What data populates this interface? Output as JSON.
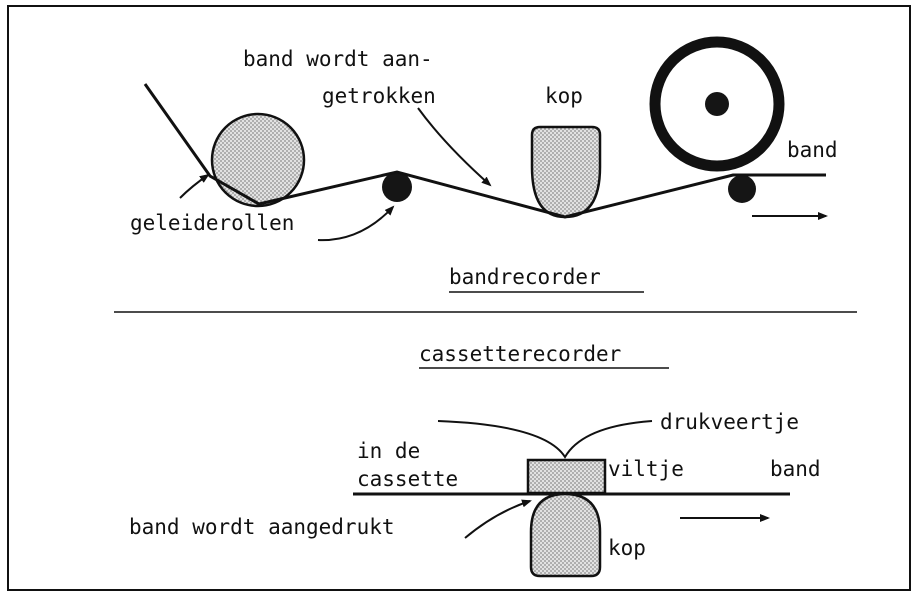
{
  "tape_recorder": {
    "label_pulled_line1": "band wordt aan-",
    "label_pulled_line2": "getrokken",
    "label_head": "kop",
    "label_tape": "band",
    "label_guide_rollers": "geleiderollen",
    "section_title": "bandrecorder"
  },
  "cassette_recorder": {
    "section_title": "cassetterecorder",
    "label_spring": "drukveertje",
    "label_in_cassette_line1": "in de",
    "label_in_cassette_line2": "cassette",
    "label_felt": "viltje",
    "label_tape": "band",
    "label_pressed": "band wordt aangedrukt",
    "label_head": "kop"
  },
  "colors": {
    "ink": "#111111",
    "shading": "#cfcfcf",
    "background": "#ffffff"
  }
}
